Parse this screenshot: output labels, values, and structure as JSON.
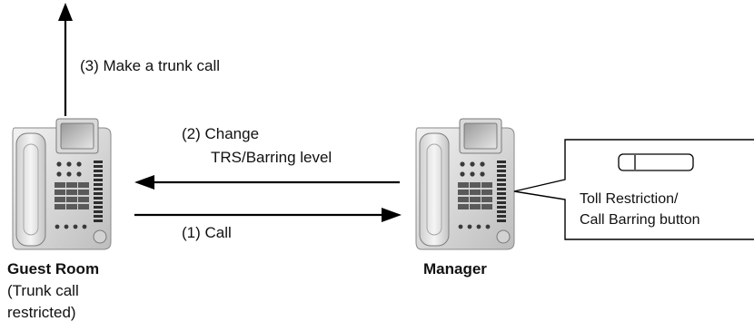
{
  "labels": {
    "step3": "(3) Make a trunk call",
    "step2_line1": "(2) Change",
    "step2_line2": "TRS/Barring level",
    "step1": "(1) Call"
  },
  "guest": {
    "title": "Guest Room",
    "note_line1": "(Trunk call",
    "note_line2": "restricted)"
  },
  "manager": {
    "title": "Manager"
  },
  "callout": {
    "line1": "Toll Restriction/",
    "line2": "Call Barring button"
  }
}
